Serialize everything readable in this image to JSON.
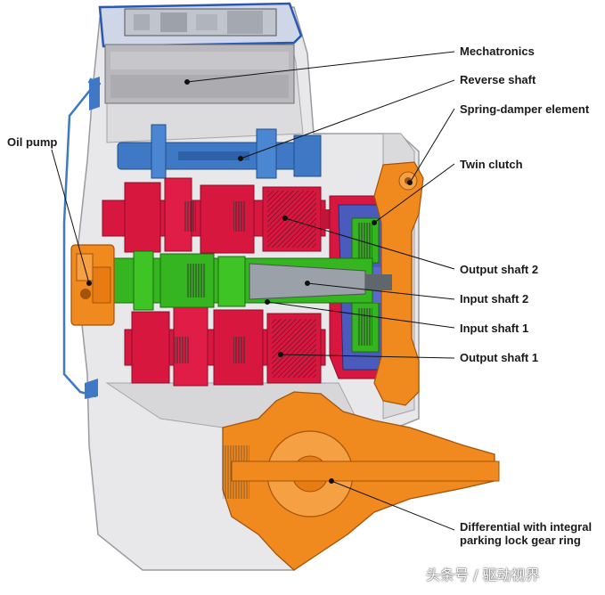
{
  "labels": {
    "mechatronics": "Mechatronics",
    "reverse_shaft": "Reverse shaft",
    "spring_damper": "Spring-damper element",
    "twin_clutch": "Twin clutch",
    "oil_pump": "Oil pump",
    "output_shaft_2": "Output shaft 2",
    "input_shaft_2": "Input shaft 2",
    "input_shaft_1": "Input shaft 1",
    "output_shaft_1": "Output shaft 1",
    "differential": "Differential with integral parking lock gear ring"
  },
  "watermark": "头条号 / 驱动视界",
  "colors": {
    "housing": "#e6e6e8",
    "housing_stroke": "#9a9aa0",
    "mechatronics": "#b9b9bd",
    "reverse_shaft": "#3f78c4",
    "output_shafts": "#d8173f",
    "input_shafts": "#35b51f",
    "oil_pump_differential": "#f08a1e",
    "clutch_blue": "#4a5bbd",
    "hatch": "#4a4a4a"
  }
}
